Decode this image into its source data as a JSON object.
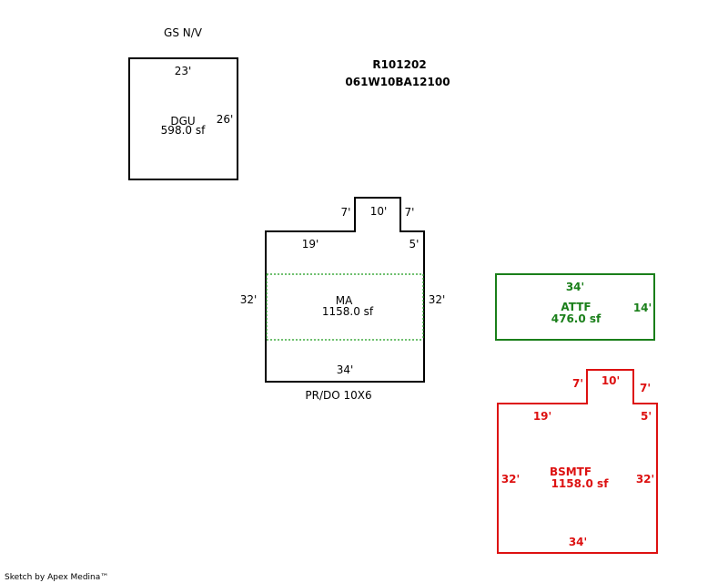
{
  "header": {
    "note": "GS N/V",
    "parcel_id": "R101202",
    "map_number": "061W10BA12100"
  },
  "areas": {
    "dgu": {
      "code": "DGU",
      "area": "598.0 sf",
      "dims": {
        "top": "23'",
        "right": "26'"
      },
      "color": "#000000"
    },
    "ma": {
      "code": "MA",
      "area": "1158.0 sf",
      "dims": {
        "notch_left": "7'",
        "notch_top": "10'",
        "notch_right": "7'",
        "top_left": "19'",
        "top_right": "5'",
        "left": "32'",
        "right": "32'",
        "bottom": "34'"
      },
      "note": "PR/DO 10X6",
      "color": "#000000",
      "dotted_color": "#1a9a1a"
    },
    "attf": {
      "code": "ATTF",
      "area": "476.0 sf",
      "dims": {
        "top": "34'",
        "right": "14'"
      },
      "color": "#1a7f1a"
    },
    "bsmtf": {
      "code": "BSMTF",
      "area": "1158.0 sf",
      "dims": {
        "notch_left": "7'",
        "notch_top": "10'",
        "notch_right": "7'",
        "top_left": "19'",
        "top_right": "5'",
        "left": "32'",
        "right": "32'",
        "bottom": "34'"
      },
      "color": "#dd1111"
    }
  },
  "footer": {
    "credit": "Sketch by Apex Medina™"
  }
}
